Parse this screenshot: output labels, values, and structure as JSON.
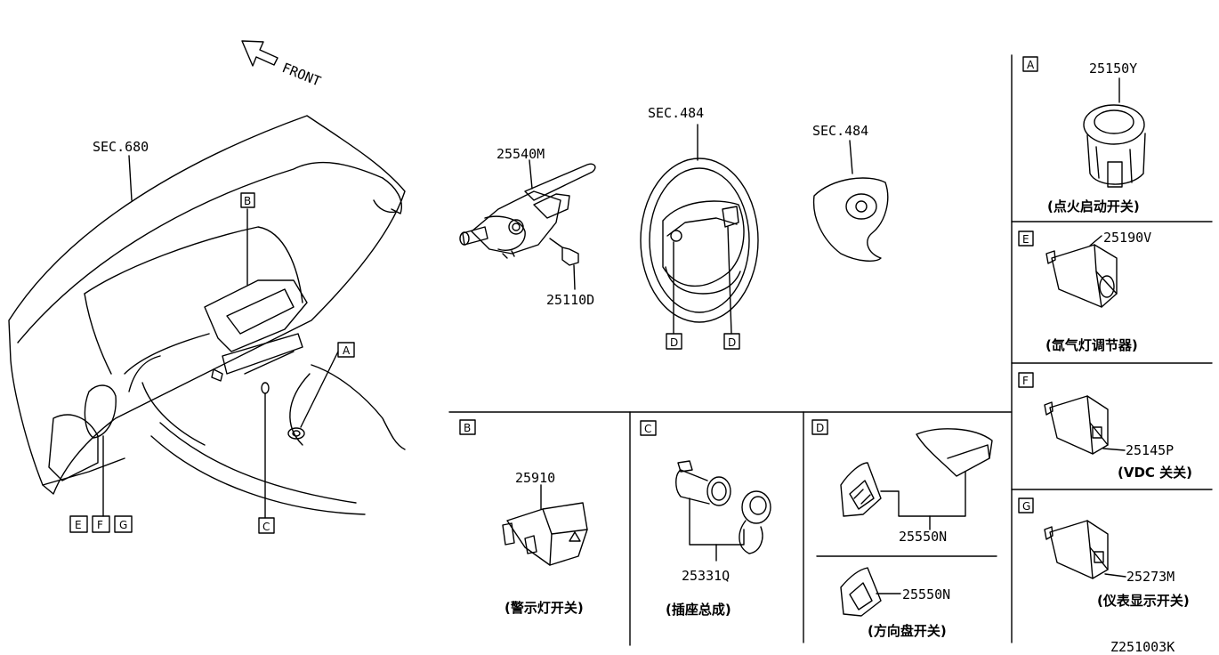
{
  "diagram_code": "Z251003K",
  "front_label": "FRONT",
  "main": {
    "sec_dash": "SEC.680",
    "box_b": "B",
    "box_a": "A",
    "box_c": "C",
    "box_e": "E",
    "box_f": "F",
    "box_g": "G"
  },
  "combo_switch": {
    "part": "25540M",
    "screw": "25110D"
  },
  "steering": {
    "sec": "SEC.484",
    "d1": "D",
    "d2": "D"
  },
  "airbag": {
    "sec": "SEC.484"
  },
  "panels": {
    "A": {
      "letter": "A",
      "part": "25150Y",
      "caption": "(点火启动开关)"
    },
    "E": {
      "letter": "E",
      "part": "25190V",
      "caption": "(氙气灯调节器)"
    },
    "F": {
      "letter": "F",
      "part": "25145P",
      "caption": "(VDC 关关)"
    },
    "G": {
      "letter": "G",
      "part": "25273M",
      "caption": "(仪表显示开关)"
    },
    "B": {
      "letter": "B",
      "part": "25910",
      "caption": "(警示灯开关)"
    },
    "C": {
      "letter": "C",
      "part": "25331Q",
      "caption": "(插座总成)"
    },
    "D": {
      "letter": "D",
      "part1": "25550N",
      "part2": "25550N",
      "caption": "(方向盘开关)"
    }
  }
}
